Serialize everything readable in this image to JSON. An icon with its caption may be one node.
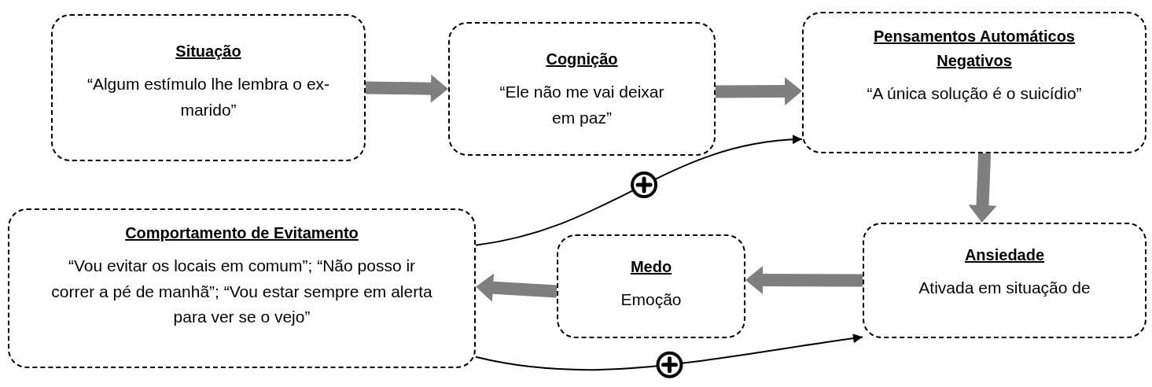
{
  "diagram": {
    "nodes": [
      {
        "text": [
          "Situação",
          "“Algum estímulo lhe lembra o ex-marido”"
        ]
      },
      {
        "text": [
          "Cognição",
          "“Ele não me vai deixar em paz”"
        ]
      },
      {
        "text": [
          "Pensamentos Automáticos Negativos",
          "“A única solução é o suicídio”"
        ]
      },
      {
        "text": [
          "Comportamento de Evitamento",
          "“Vou evitar os locais em comum”; “Não posso ir correr a pé de manhã”; “Vou estar sempre em alerta para ver se o vejo”"
        ]
      },
      {
        "text": [
          "Medo",
          "Emoção"
        ]
      },
      {
        "text": [
          "Ansiedade",
          "Ativada em situação de"
        ]
      }
    ],
    "edges": [
      {
        "from": 0,
        "to": 1,
        "arrow": "to",
        "style": "thick"
      },
      {
        "from": 1,
        "to": 2,
        "arrow": "to",
        "style": "thick"
      },
      {
        "from": 2,
        "to": 5,
        "arrow": "to",
        "style": "thick"
      },
      {
        "from": 5,
        "to": 4,
        "arrow": "to",
        "style": "thick"
      },
      {
        "from": 4,
        "to": 3,
        "arrow": "to",
        "style": "thick"
      },
      {
        "from": 3,
        "to": 2,
        "arrow": "to",
        "color": "#000000"
      },
      {
        "from": 3,
        "to": 5,
        "arrow": "to",
        "color": "#000000"
      }
    ]
  }
}
